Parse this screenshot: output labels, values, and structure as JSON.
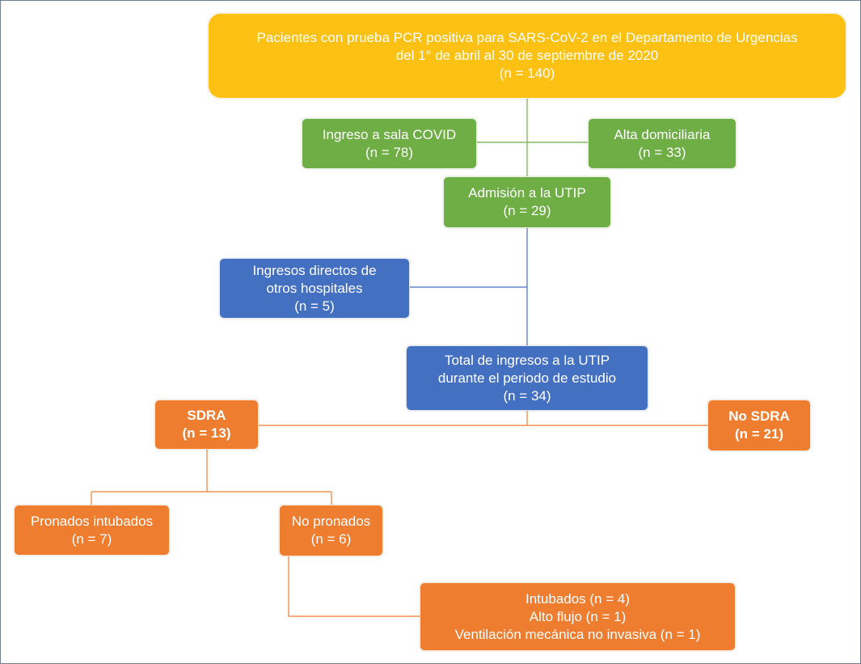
{
  "colors": {
    "yellow": "#fdc113",
    "green": "#6fae45",
    "blue": "#4470c2",
    "orange": "#ef7d2f",
    "green_connector": "#6fae45",
    "blue_connector": "#4470c2",
    "orange_connector": "#ef7d2f"
  },
  "nodes": {
    "root": {
      "line1": "Pacientes con prueba PCR positiva para SARS-CoV-2 en el Departamento de Urgencias",
      "line2": "del 1° de abril al 30 de septiembre de 2020",
      "count": "(n = 140)"
    },
    "covid_ward": {
      "label": "Ingreso a sala COVID",
      "count": "(n = 78)"
    },
    "home_discharge": {
      "label": "Alta domiciliaria",
      "count": "(n = 33)"
    },
    "utip_admission": {
      "label": "Admisión a la UTIP",
      "count": "(n = 29)"
    },
    "direct_transfers": {
      "line1": "Ingresos directos de",
      "line2": "otros hospitales",
      "count": "(n = 5)"
    },
    "total_utip": {
      "line1": "Total de ingresos a la UTIP",
      "line2": "durante el periodo de estudio",
      "count": "(n = 34)"
    },
    "sdra": {
      "label": "SDRA",
      "count": "(n = 13)"
    },
    "no_sdra": {
      "label": "No SDRA",
      "count": "(n = 21)"
    },
    "proned_intubated": {
      "label": "Pronados intubados",
      "count": "(n = 7)"
    },
    "not_proned": {
      "label": "No pronados",
      "count": "(n = 6)"
    },
    "not_proned_detail": {
      "line1": "Intubados (n = 4)",
      "line2": "Alto flujo (n = 1)",
      "line3": "Ventilación mecánica no invasiva (n = 1)"
    }
  }
}
